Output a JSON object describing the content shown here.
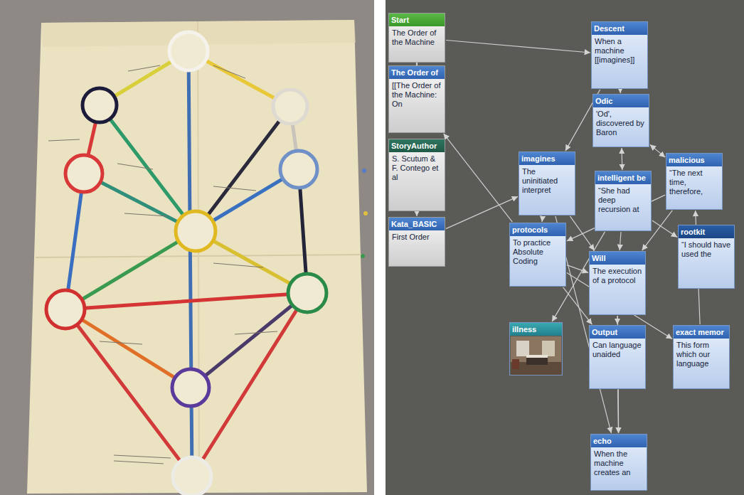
{
  "diagram": {
    "nodes": [
      {
        "text": [
          "Start",
          "The Order of the Machine"
        ]
      },
      {
        "text": [
          "The Order of",
          "[[The Order of the Machine: On"
        ]
      },
      {
        "text": [
          "StoryAuthor",
          "S. Scutum & F. Contego et al"
        ]
      },
      {
        "text": [
          "Kata_BASIC",
          "First Order"
        ]
      },
      {
        "text": [
          "Descent",
          "When a machine [[imagines]]"
        ]
      },
      {
        "text": [
          "Odic",
          "'Od', discovered by Baron"
        ]
      },
      {
        "text": [
          "imagines",
          "The uninitiated interpret"
        ]
      },
      {
        "text": [
          "intelligent be",
          "“She had deep recursion at"
        ]
      },
      {
        "text": [
          "malicious",
          "“The next time, therefore,"
        ]
      },
      {
        "text": [
          "protocols",
          "To practice Absolute Coding"
        ]
      },
      {
        "text": [
          "rootkit",
          "“I should have used the"
        ]
      },
      {
        "text": [
          "Will",
          "The execution of a protocol"
        ]
      },
      {
        "text": [
          "illness"
        ]
      },
      {
        "text": [
          "Output",
          "Can language unaided"
        ]
      },
      {
        "text": [
          "exact memor",
          "This form which our language"
        ]
      },
      {
        "text": [
          "echo",
          "When the machine creates an"
        ]
      }
    ],
    "edges": [
      {
        "from": 0,
        "to": 4,
        "arrow": "to"
      },
      {
        "from": 1,
        "to": 0,
        "arrow": "both"
      },
      {
        "from": 2,
        "to": 3,
        "arrow": "to"
      },
      {
        "from": 3,
        "to": 6,
        "arrow": "to"
      },
      {
        "from": 9,
        "to": 1,
        "arrow": "to"
      },
      {
        "from": 4,
        "to": 6,
        "arrow": "to"
      },
      {
        "from": 4,
        "to": 5,
        "arrow": "to"
      },
      {
        "from": 5,
        "to": 7,
        "arrow": "both"
      },
      {
        "from": 5,
        "to": 8,
        "arrow": "both"
      },
      {
        "from": 6,
        "to": 9,
        "arrow": "to"
      },
      {
        "from": 6,
        "to": 11,
        "arrow": "to"
      },
      {
        "from": 6,
        "to": 15,
        "arrow": "to"
      },
      {
        "from": 7,
        "to": 12,
        "arrow": "to"
      },
      {
        "from": 7,
        "to": 10,
        "arrow": "to"
      },
      {
        "from": 7,
        "to": 11,
        "arrow": "to"
      },
      {
        "from": 8,
        "to": 11,
        "arrow": "to"
      },
      {
        "from": 8,
        "to": 9,
        "arrow": "to"
      },
      {
        "from": 14,
        "to": 8,
        "arrow": "to"
      },
      {
        "from": 9,
        "to": 11,
        "arrow": "to"
      },
      {
        "from": 9,
        "to": 13,
        "arrow": "to"
      },
      {
        "from": 9,
        "to": 14,
        "arrow": "to"
      },
      {
        "from": 11,
        "to": 13,
        "arrow": "to"
      },
      {
        "from": 13,
        "to": 15,
        "arrow": "to"
      },
      {
        "from": 11,
        "to": 15,
        "arrow": "to"
      }
    ]
  }
}
